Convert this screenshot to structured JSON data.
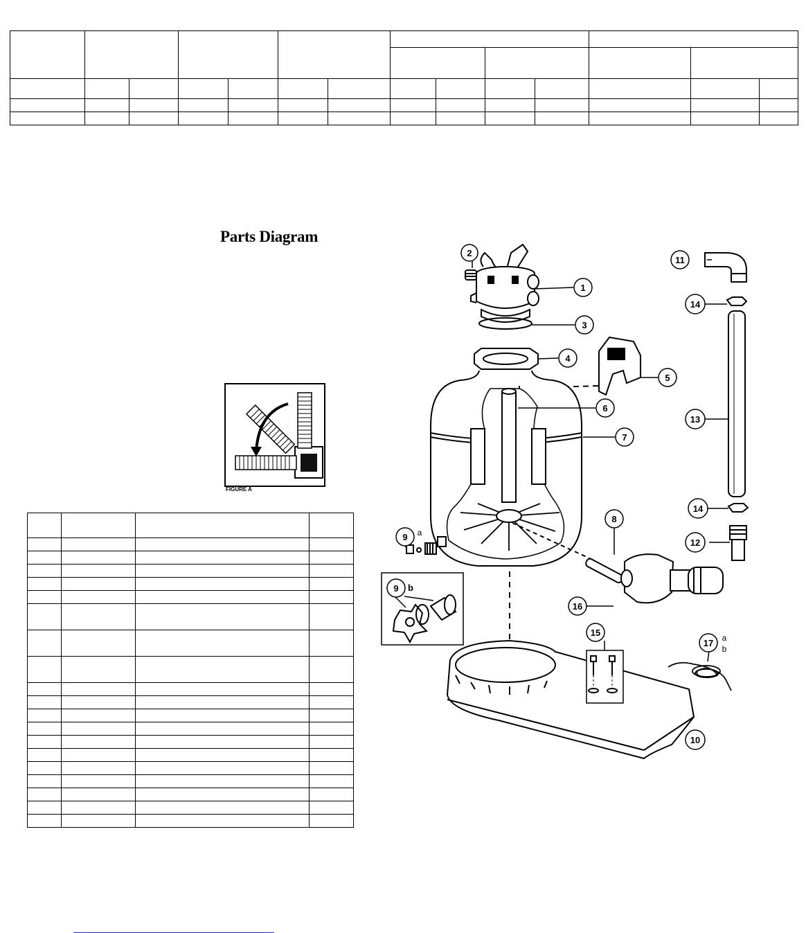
{
  "heading": "Parts Diagram",
  "figure_a": {
    "caption": "FIGURE A"
  },
  "callouts": {
    "c1": "1",
    "c2": "2",
    "c3": "3",
    "c4": "4",
    "c5": "5",
    "c6": "6",
    "c7": "7",
    "c8": "8",
    "c9a": "9",
    "c9b": "9",
    "c10": "10",
    "c11": "11",
    "c12": "12",
    "c13": "13",
    "c14a": "14",
    "c14b": "14",
    "c15": "15",
    "c16": "16",
    "c17": "17"
  },
  "sub_labels": {
    "a9": "a",
    "b9": "b",
    "a17": "a",
    "b17": "b"
  },
  "colors": {
    "line": "#000000",
    "link": "#1a22c8"
  }
}
